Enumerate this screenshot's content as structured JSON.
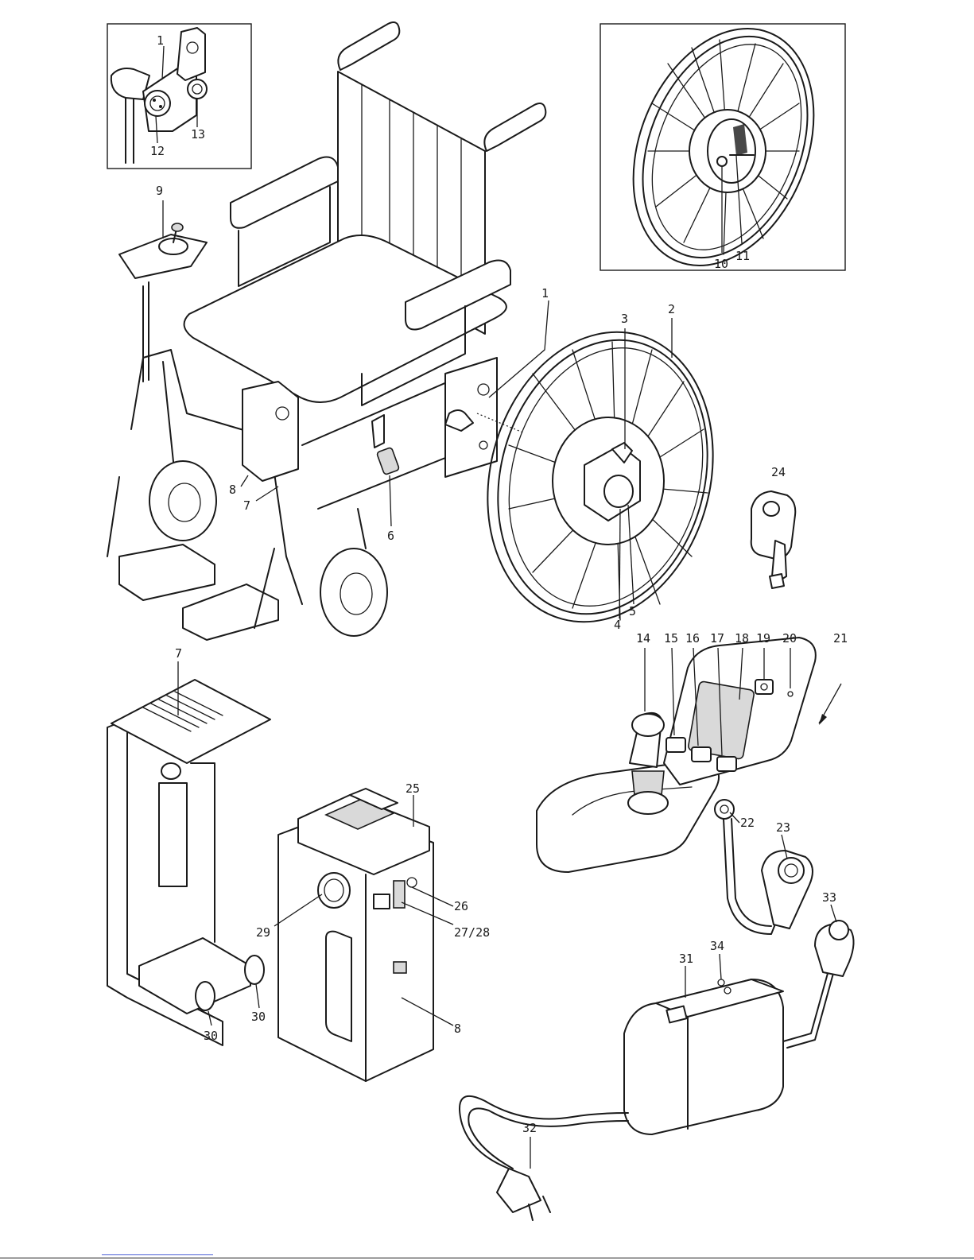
{
  "callouts": {
    "inset_left": [
      "1",
      "12",
      "13"
    ],
    "inset_right": [
      "10",
      "11"
    ],
    "wheelchair": [
      "9",
      "1",
      "2",
      "3",
      "4",
      "5",
      "6",
      "7",
      "8"
    ],
    "key": [
      "24"
    ],
    "control_unit": [
      "14",
      "15",
      "16",
      "17",
      "18",
      "19",
      "20",
      "21",
      "22",
      "23"
    ],
    "holder": [
      "7",
      "30",
      "30"
    ],
    "battery": [
      "25",
      "26",
      "27/28",
      "29",
      "8"
    ],
    "charger": [
      "31",
      "32",
      "33",
      "34"
    ]
  }
}
